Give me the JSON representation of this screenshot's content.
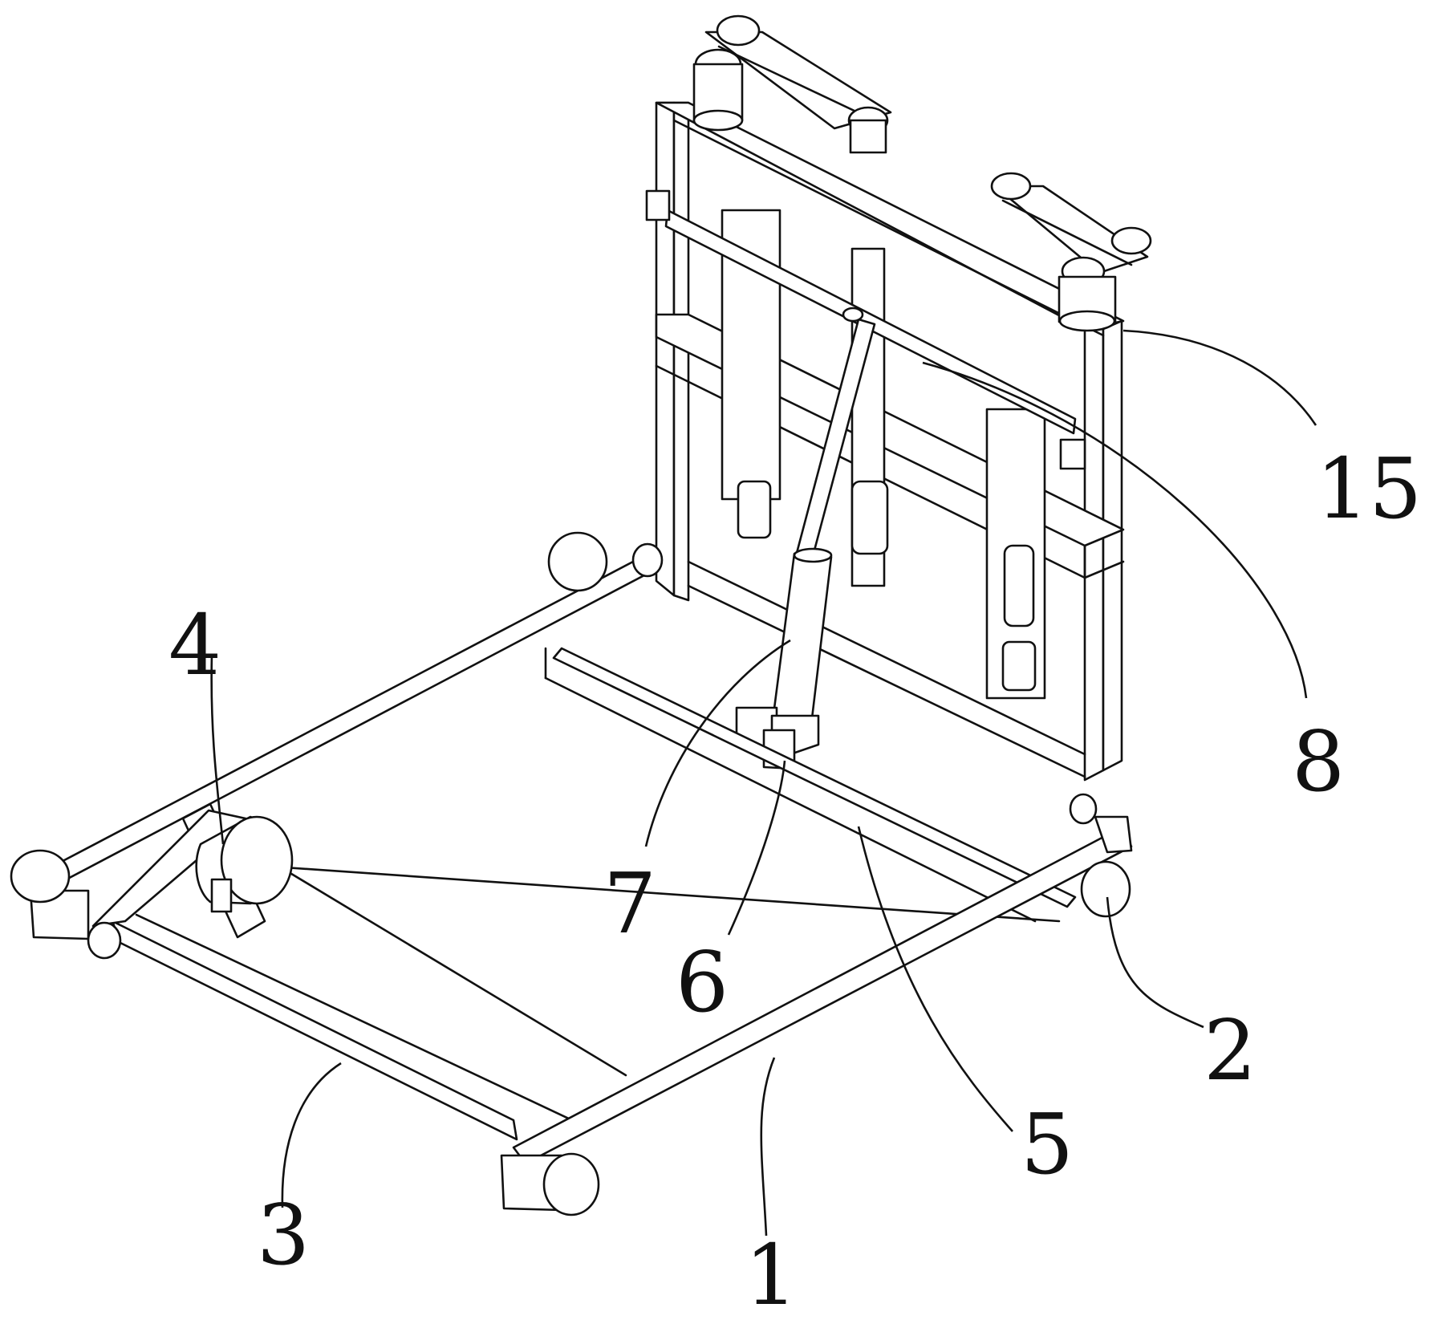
{
  "callouts": [
    {
      "id": "1",
      "label": "1"
    },
    {
      "id": "2",
      "label": "2"
    },
    {
      "id": "3",
      "label": "3"
    },
    {
      "id": "4",
      "label": "4"
    },
    {
      "id": "5",
      "label": "5"
    },
    {
      "id": "6",
      "label": "6"
    },
    {
      "id": "7",
      "label": "7"
    },
    {
      "id": "8",
      "label": "8"
    },
    {
      "id": "15",
      "label": "15"
    }
  ],
  "colors": {
    "line": "#111111",
    "background": "#ffffff"
  }
}
